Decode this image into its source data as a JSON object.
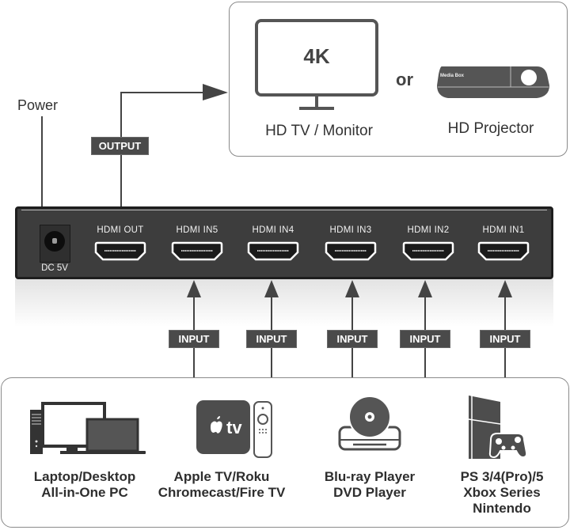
{
  "output_section": {
    "tv_screen_text": "4K",
    "tv_label": "HD TV / Monitor",
    "separator": "or",
    "projector_badge_text": "Media Box",
    "projector_label": "HD Projector"
  },
  "power_label": "Power",
  "output_tag": "OUTPUT",
  "device": {
    "power_port_label": "DC 5V",
    "ports": [
      {
        "label": "HDMI OUT"
      },
      {
        "label": "HDMI IN5"
      },
      {
        "label": "HDMI IN4"
      },
      {
        "label": "HDMI IN3"
      },
      {
        "label": "HDMI IN2"
      },
      {
        "label": "HDMI IN1"
      }
    ]
  },
  "input_tags": [
    "INPUT",
    "INPUT",
    "INPUT",
    "INPUT",
    "INPUT"
  ],
  "sources": [
    {
      "icon": "computer-icon",
      "lines": [
        "Laptop/Desktop",
        "All-in-One PC"
      ]
    },
    {
      "icon": "apple-tv-icon",
      "lines": [
        "Apple TV/Roku",
        "Chromecast/Fire TV"
      ]
    },
    {
      "icon": "disc-player-icon",
      "lines": [
        "Blu-ray Player",
        "DVD Player"
      ]
    },
    {
      "icon": "game-console-icon",
      "lines": [
        "PS 3/4(Pro)/5",
        "Xbox Series",
        "Nintendo"
      ]
    }
  ],
  "colors": {
    "device_body": "#3d3d3d",
    "tag_bg": "#4a4a4a",
    "line": "#444444",
    "icon": "#4d4d4d"
  }
}
